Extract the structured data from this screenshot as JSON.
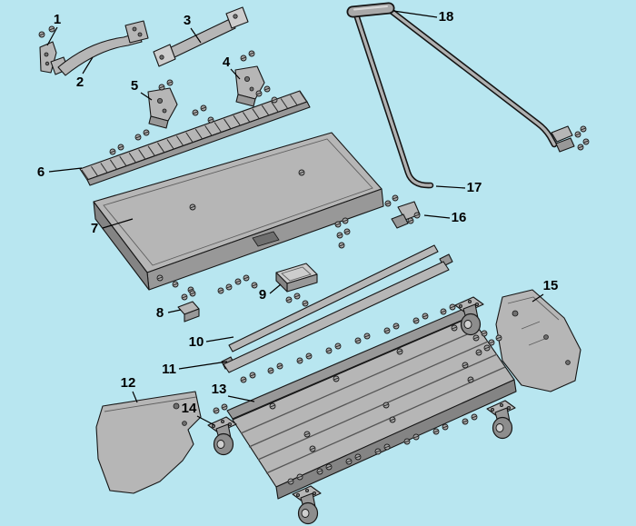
{
  "diagram": {
    "background_color": "#b8e6f0",
    "outline_color": "#161616",
    "part_fill_color": "#b6b6b6",
    "callouts": [
      {
        "label": "1"
      },
      {
        "label": "2"
      },
      {
        "label": "3"
      },
      {
        "label": "4"
      },
      {
        "label": "5"
      },
      {
        "label": "6"
      },
      {
        "label": "7"
      },
      {
        "label": "8"
      },
      {
        "label": "9"
      },
      {
        "label": "10"
      },
      {
        "label": "11"
      },
      {
        "label": "12"
      },
      {
        "label": "13"
      },
      {
        "label": "14"
      },
      {
        "label": "15"
      },
      {
        "label": "16"
      },
      {
        "label": "17"
      },
      {
        "label": "18"
      }
    ]
  }
}
